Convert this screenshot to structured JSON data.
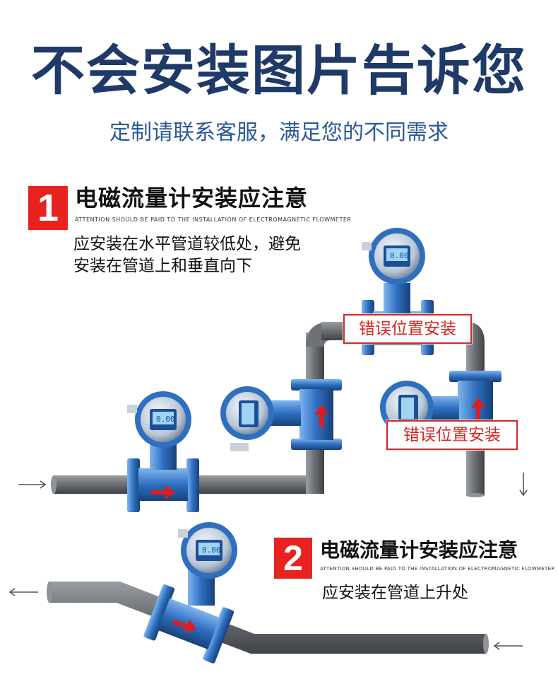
{
  "header": {
    "title": "不会安装图片告诉您",
    "subtitle": "定制请联系客服，满足您的不同需求"
  },
  "section1": {
    "number": "1",
    "title": "电磁流量计安装应注意",
    "subtitle_en": "ATTENTION SHOULD BE PAID TO THE INSTALLATION OF ELECTROMAGNETIC FLOWMETER",
    "desc_line1": "应安装在水平管道较低处，避免",
    "desc_line2": "安装在管道上和垂直向下",
    "wrong_label_top": "错误位置安装",
    "wrong_label_right": "错误位置安装"
  },
  "section2": {
    "number": "2",
    "title": "电磁流量计安装应注意",
    "subtitle_en": "ATTENTION SHOULD BE PAID TO THE INSTALLATION OF ELECTROMAGNETIC FLOWMETER",
    "desc": "应安装在管道上升处"
  },
  "meter_display": "0.00",
  "colors": {
    "title": "#1f3a68",
    "subtitle": "#2b5a9a",
    "accent_red": "#e8221f",
    "pipe": "#6b6f73",
    "meter_blue": "#2f6fc0"
  }
}
